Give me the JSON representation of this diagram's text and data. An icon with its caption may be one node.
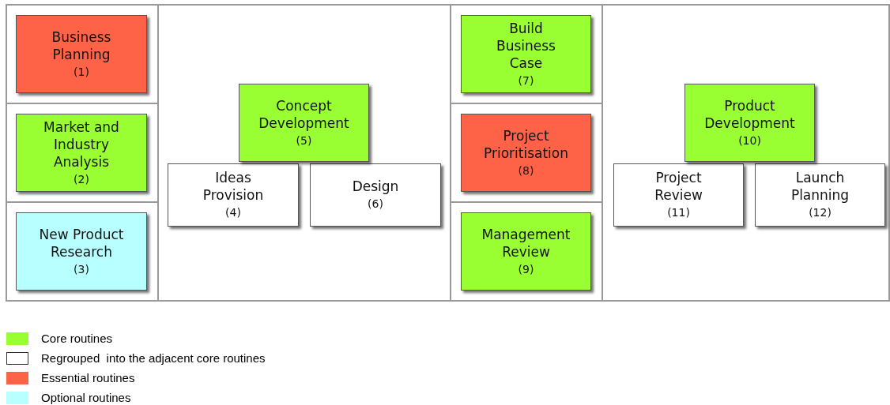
{
  "diagram": {
    "nodes": [
      {
        "text": [
          "Business Planning",
          "(1)"
        ]
      },
      {
        "text": [
          "Market and Industry Analysis",
          "(2)"
        ]
      },
      {
        "text": [
          "New Product Research",
          "(3)"
        ]
      },
      {
        "text": [
          "Ideas Provision",
          "(4)"
        ]
      },
      {
        "text": [
          "Concept Development",
          "(5)"
        ]
      },
      {
        "text": [
          "Design",
          "(6)"
        ]
      },
      {
        "text": [
          "Build Business Case",
          "(7)"
        ]
      },
      {
        "text": [
          "Project Prioritisation",
          "(8)"
        ]
      },
      {
        "text": [
          "Management Review",
          "(9)"
        ]
      },
      {
        "text": [
          "Project Review",
          "(11)"
        ]
      },
      {
        "text": [
          "Product Development",
          "(10)"
        ]
      },
      {
        "text": [
          "Launch Planning",
          "(12)"
        ]
      }
    ],
    "edges": [],
    "legend": [
      {
        "text": "Core routines",
        "color": "#99ff33"
      },
      {
        "text": "Regrouped  into the adjacent core routines"
      },
      {
        "text": "Essential routines",
        "color": "#ff6347"
      },
      {
        "text": "Optional routines",
        "color": "#b8ffff"
      }
    ]
  }
}
